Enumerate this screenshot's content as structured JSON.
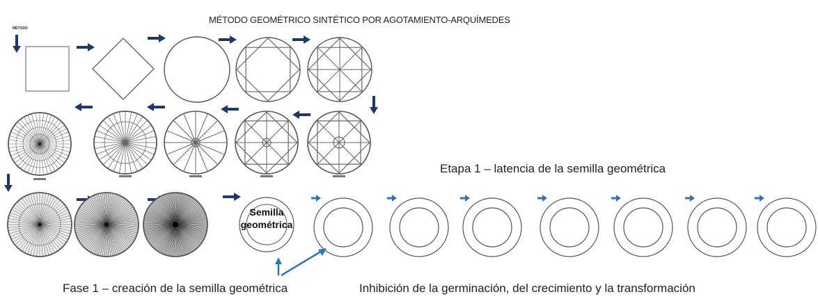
{
  "diagram": {
    "title": "MÉTODO GEOMÉTRICO SINTÉTICO POR AGOTAMIENTO-ARQUÍMEDES",
    "method_label": "MÉTODO",
    "seed_label_line1": "Semilla",
    "seed_label_line2": "geométrica",
    "stage_label": "Etapa 1 – latencia de la semilla geométrica",
    "phase_label": "Fase 1 – creación de la semilla geométrica",
    "inhibition_label": "Inhibición de la germinación, del crecimiento y la transformación",
    "arrow_color": "#1f3864",
    "pointer_color": "#2e75b6"
  }
}
